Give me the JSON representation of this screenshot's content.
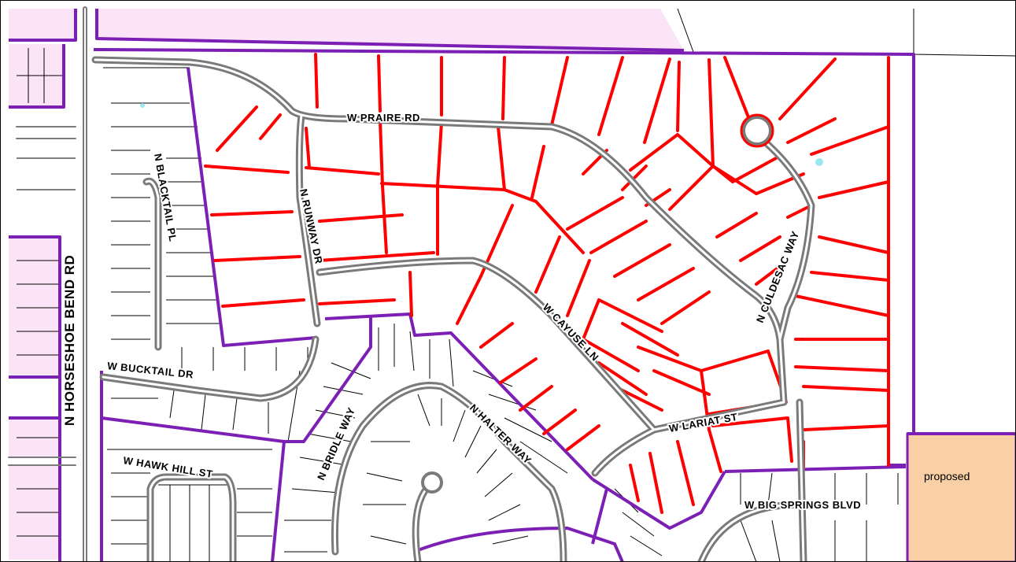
{
  "map": {
    "colors": {
      "parcel_red": "#ff0000",
      "boundary_purple": "#7b1fb5",
      "zone_pink": "#fbe3f8",
      "proposed_fill": "#f9cfa5",
      "road_gray": "#7a7a7a",
      "thin_line": "#000000"
    },
    "labels": {
      "horseshoe": "N HORSESHOE BEND RD",
      "praire": "W PRAIRE RD",
      "blacktail": "N BLACKTAIL PL",
      "runway": "N RUNWAY DR",
      "culdesac": "N CULDESAC WAY",
      "cayuse": "W CAYUSE LN",
      "bucktail": "W BUCKTAIL DR",
      "hawkhill": "W HAWK HILL ST",
      "bridle": "N BRIDLE WAY",
      "halter": "N HALTER WAY",
      "lariat": "W LARIAT ST",
      "bigsprings": "W BIG SPRINGS BLVD",
      "proposed": "proposed"
    }
  }
}
